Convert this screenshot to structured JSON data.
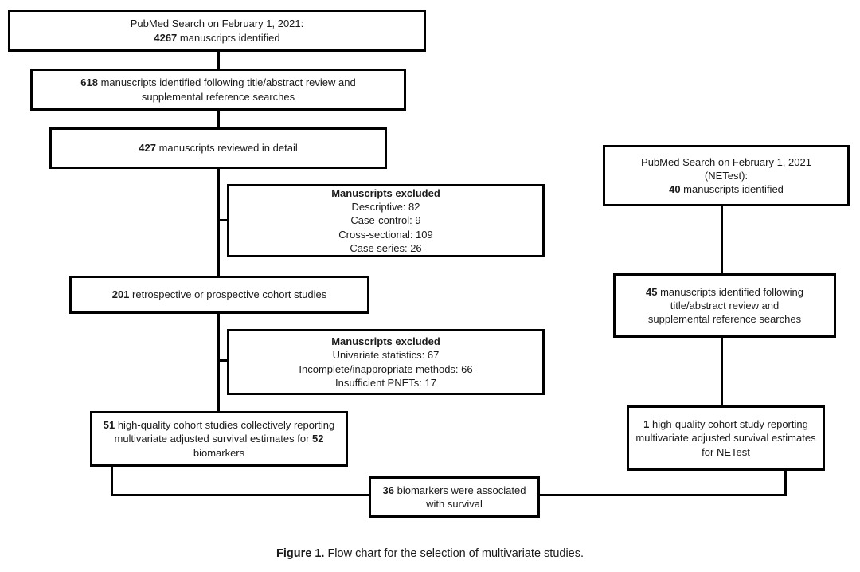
{
  "colors": {
    "background": "#ffffff",
    "box_border": "#000000",
    "text": "#1a1a1a"
  },
  "nodes": {
    "search_main": {
      "line1": "PubMed Search on February 1, 2021:",
      "count": "4267",
      "rest": " manuscripts identified"
    },
    "screened": {
      "count": "618",
      "line1_rest": " manuscripts identified following title/abstract review and",
      "line2": "supplemental reference searches"
    },
    "reviewed": {
      "count": "427",
      "rest": " manuscripts reviewed in detail"
    },
    "excluded_design": {
      "title": "Manuscripts excluded",
      "items": [
        "Descriptive: 82",
        "Case-control: 9",
        "Cross-sectional: 109",
        "Case series: 26"
      ]
    },
    "cohort": {
      "count": "201",
      "rest": " retrospective or prospective cohort studies"
    },
    "excluded_methods": {
      "title": "Manuscripts excluded",
      "items": [
        "Univariate statistics: 67",
        "Incomplete/inappropriate methods: 66",
        "Insufficient PNETs: 17"
      ]
    },
    "high_quality": {
      "count": "51",
      "mid": " high-quality cohort studies collectively reporting multivariate adjusted survival estimates for ",
      "count2": "52",
      "tail": " biomarkers"
    },
    "survival": {
      "count": "36",
      "line1_rest": " biomarkers were associated",
      "line2": "with survival"
    },
    "netest_search": {
      "line1": "PubMed Search on February 1, 2021",
      "line2": "(NETest):",
      "count": "40",
      "rest": " manuscripts identified"
    },
    "netest_screened": {
      "count": "45",
      "line1_rest": " manuscripts identified following",
      "line2": "title/abstract review and",
      "line3": "supplemental reference searches"
    },
    "netest_high_quality": {
      "count": "1",
      "line1_rest": " high-quality cohort study reporting",
      "line2": "multivariate adjusted survival estimates",
      "line3": "for NETest"
    }
  },
  "caption": {
    "bold": "Figure 1.",
    "text": " Flow chart for the selection of multivariate studies."
  }
}
